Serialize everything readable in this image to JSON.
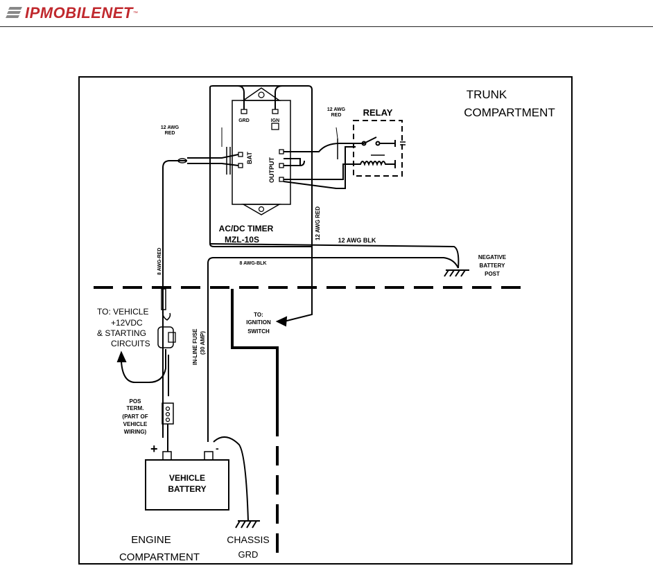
{
  "header": {
    "logo_text": "IPMOBILENET",
    "logo_tm": "™"
  },
  "diagram": {
    "trunk_line1": "TRUNK",
    "trunk_line2": "COMPARTMENT",
    "relay": "RELAY",
    "timer_line1": "AC/DC TIMER",
    "timer_line2": "MZL-10S",
    "grd": "GRD",
    "ign": "IGN",
    "bat": "BAT",
    "output": "OUTPUT",
    "awg12_red_left_1": "12 AWG",
    "awg12_red_left_2": "RED",
    "awg12_red_right_1": "12 AWG",
    "awg12_red_right_2": "RED",
    "awg12_red_vertical": "12 AWG RED",
    "awg12_blk": "12 AWG BLK",
    "awg8_red": "8 AWG-RED",
    "awg8_blk": "8 AWG-BLK",
    "neg_post_1": "NEGATIVE",
    "neg_post_2": "BATTERY",
    "neg_post_3": "POST",
    "to_ign_1": "TO:",
    "to_ign_2": "IGNITION",
    "to_ign_3": "SWITCH",
    "to_vehicle_1": "TO: VEHICLE",
    "to_vehicle_2": "+12VDC",
    "to_vehicle_3": "& STARTING",
    "to_vehicle_4": "CIRCUITS",
    "fuse_1": "IN-LINE FUSE",
    "fuse_2": "(30 AMP)",
    "pos_1": "POS",
    "pos_2": "TERM.",
    "pos_3": "(PART OF",
    "pos_4": "VEHICLE",
    "pos_5": "WIRING)",
    "plus": "+",
    "minus": "-",
    "battery_1": "VEHICLE",
    "battery_2": "BATTERY",
    "engine_1": "ENGINE",
    "engine_2": "COMPARTMENT",
    "chassis_1": "CHASSIS",
    "chassis_2": "GRD"
  }
}
